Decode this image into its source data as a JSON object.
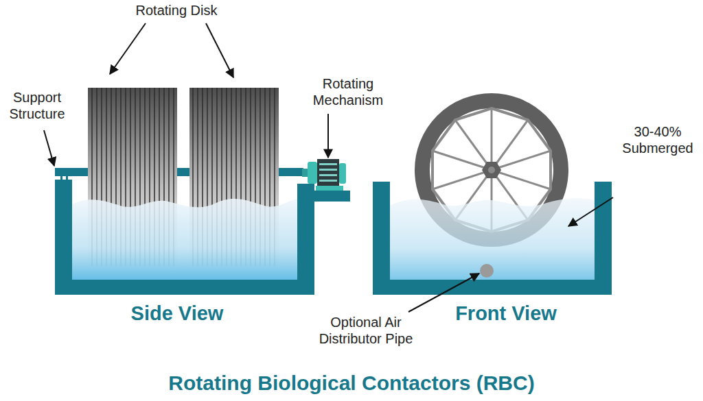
{
  "diagram": {
    "title": "Rotating Biological Contactors (RBC)",
    "labels": [
      "Rotating Disk",
      "Support Structure",
      "Rotating Mechanism",
      "30-40% Submerged",
      "Optional Air Distributor Pipe",
      "Side View",
      "Front View"
    ]
  }
}
